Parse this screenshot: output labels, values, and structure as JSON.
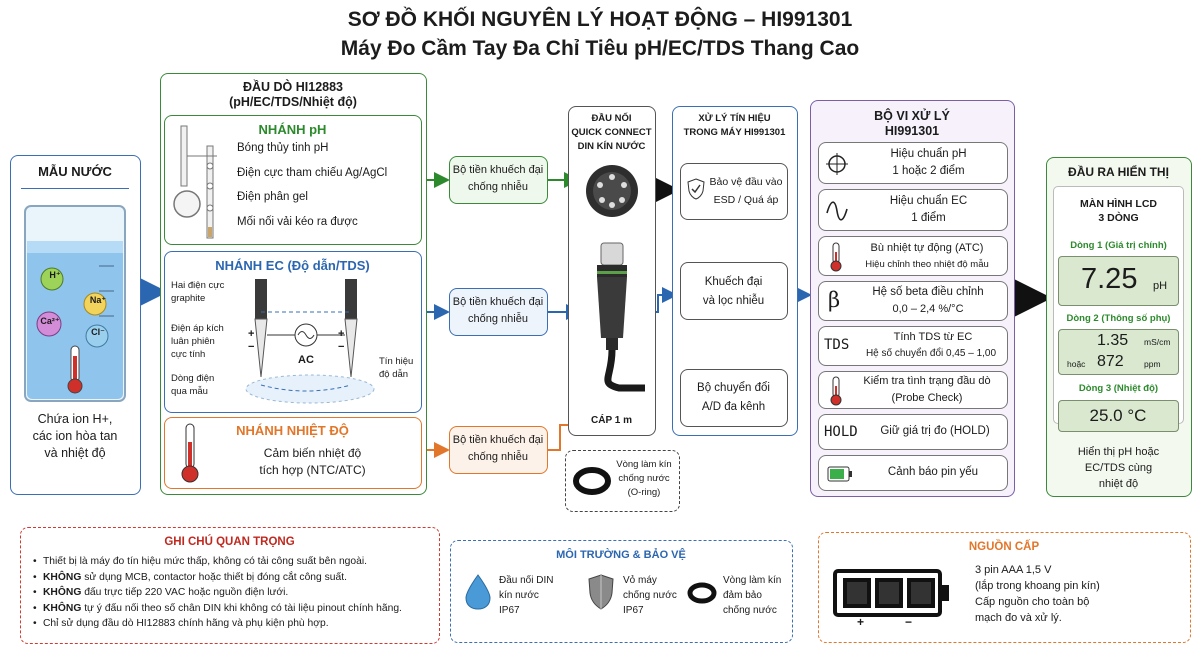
{
  "title": {
    "line1": "SƠ ĐỒ KHỐI NGUYÊN LÝ HOẠT ĐỘNG – HI991301",
    "line2": "Máy Đo Cầm Tay Đa Chỉ Tiêu pH/EC/TDS Thang Cao"
  },
  "sample": {
    "header": "MẪU NƯỚC",
    "ions": [
      "H⁺",
      "Na⁺",
      "Ca²⁺",
      "Cl⁻"
    ],
    "caption_lines": [
      "Chứa ion H+,",
      "các ion hòa tan",
      "và nhiệt độ"
    ]
  },
  "probe": {
    "header_line1": "ĐẦU DÒ HI12883",
    "header_line2": "(pH/EC/TDS/Nhiệt độ)",
    "ph": {
      "title": "NHÁNH pH",
      "items": [
        "Bóng thủy tinh pH",
        "Điện cực tham chiếu Ag/AgCl",
        "Điện phân gel",
        "Mối nối vải kéo ra được"
      ]
    },
    "ec": {
      "title": "NHÁNH EC (Độ dẫn/TDS)",
      "labels": {
        "electrodes_1": "Hai điện cực",
        "electrodes_2": "graphite",
        "voltage_1": "Điện áp kích",
        "voltage_2": "luân phiên",
        "voltage_3": "cực tính",
        "current_1": "Dòng điện",
        "current_2": "qua mẫu",
        "signal_1": "Tín hiệu",
        "signal_2": "độ dẫn",
        "ac": "AC",
        "plus": "+",
        "minus": "−"
      }
    },
    "temp": {
      "title": "NHÁNH NHIỆT ĐỘ",
      "line1": "Cảm biến nhiệt độ",
      "line2": "tích hợp (NTC/ATC)"
    }
  },
  "preamp": {
    "line1": "Bộ tiền khuếch đại",
    "line2": "chống nhiễu"
  },
  "connector": {
    "line1": "ĐẦU NỐI",
    "line2": "QUICK CONNECT",
    "line3": "DIN KÍN NƯỚC",
    "cable": "CÁP 1 m",
    "oring_1": "Vòng làm kín",
    "oring_2": "chống nước",
    "oring_3": "(O-ring)"
  },
  "signal": {
    "header_1": "XỬ LÝ TÍN HIỆU",
    "header_2": "TRONG MÁY HI991301",
    "protect_1": "Bảo vệ đầu vào",
    "protect_2": "ESD / Quá áp",
    "amp_1": "Khuếch đại",
    "amp_2": "và lọc nhiễu",
    "adc_1": "Bộ chuyển đổi",
    "adc_2": "A/D đa kênh"
  },
  "mcu": {
    "header_1": "BỘ VI XỬ LÝ",
    "header_2": "HI991301",
    "rows": [
      {
        "icon": "crosshair-icon",
        "l1": "Hiệu chuẩn pH",
        "l2": "1 hoặc 2 điểm"
      },
      {
        "icon": "wave-icon",
        "l1": "Hiệu chuẩn EC",
        "l2": "1 điểm"
      },
      {
        "icon": "thermometer-icon",
        "l1": "Bù nhiệt tự động (ATC)",
        "l2": "Hiệu chỉnh theo nhiệt độ mẫu"
      },
      {
        "icon": "beta-icon",
        "l1": "Hệ số beta điều chỉnh",
        "l2": "0,0 – 2,4 %/°C"
      },
      {
        "icon": "tds-icon",
        "l1": "Tính TDS từ EC",
        "l2": "Hệ số chuyển đổi 0,45 – 1,00"
      },
      {
        "icon": "thermometer-icon",
        "l1": "Kiểm tra tình trạng đầu dò",
        "l2": "(Probe Check)"
      },
      {
        "icon": "hold-icon",
        "l1": "Giữ giá trị đo (HOLD)",
        "l2": ""
      },
      {
        "icon": "battery-icon",
        "l1": "Cảnh báo pin yếu",
        "l2": ""
      }
    ],
    "beta_symbol": "β",
    "tds_symbol": "TDS",
    "hold_symbol": "HOLD"
  },
  "display": {
    "header": "ĐẦU RA HIỂN THỊ",
    "lcd_1": "MÀN HÌNH LCD",
    "lcd_2": "3 DÒNG",
    "row1_label": "Dòng 1 (Giá trị chính)",
    "row1_value": "7.25",
    "row1_unit": "pH",
    "row2_label": "Dòng 2 (Thông số phụ)",
    "row2_value_a": "1.35",
    "row2_unit_a": "mS/cm",
    "row2_or": "hoặc",
    "row2_value_b": "872",
    "row2_unit_b": "ppm",
    "row3_label": "Dòng 3 (Nhiệt độ)",
    "row3_value": "25.0 °C",
    "caption_1": "Hiển thị pH hoặc",
    "caption_2": "EC/TDS cùng",
    "caption_3": "nhiệt độ"
  },
  "notes": {
    "title": "GHI CHÚ QUAN TRỌNG",
    "items": [
      {
        "bold": "",
        "text": "Thiết bị là máy đo tín hiệu mức thấp, không có tải công suất bên ngoài."
      },
      {
        "bold": "KHÔNG",
        "text": " sử dụng MCB, contactor hoặc thiết bị đóng cắt công suất."
      },
      {
        "bold": "KHÔNG",
        "text": " đấu trực tiếp 220 VAC hoặc nguồn điện lưới."
      },
      {
        "bold": "KHÔNG",
        "text": " tự ý đấu nối theo số chân DIN khi không có tài liệu pinout chính hãng."
      },
      {
        "bold": "",
        "text": "Chỉ sử dụng đầu dò HI12883 chính hãng và phụ kiện phù hợp."
      }
    ]
  },
  "env": {
    "title": "MÔI TRƯỜNG & BẢO VỆ",
    "a1": "Đầu nối DIN",
    "a2": "kín nước",
    "a3": "IP67",
    "b1": "Vỏ máy",
    "b2": "chống nước",
    "b3": "IP67",
    "c1": "Vòng làm kín",
    "c2": "đảm bảo",
    "c3": "chống nước"
  },
  "power": {
    "title": "NGUỒN CẤP",
    "l1": "3 pin AAA 1,5 V",
    "l2": "(lắp trong khoang pin kín)",
    "l3": "Cấp nguồn cho toàn bộ",
    "l4": "mạch đo và xử lý.",
    "plus": "+",
    "minus": "−"
  }
}
